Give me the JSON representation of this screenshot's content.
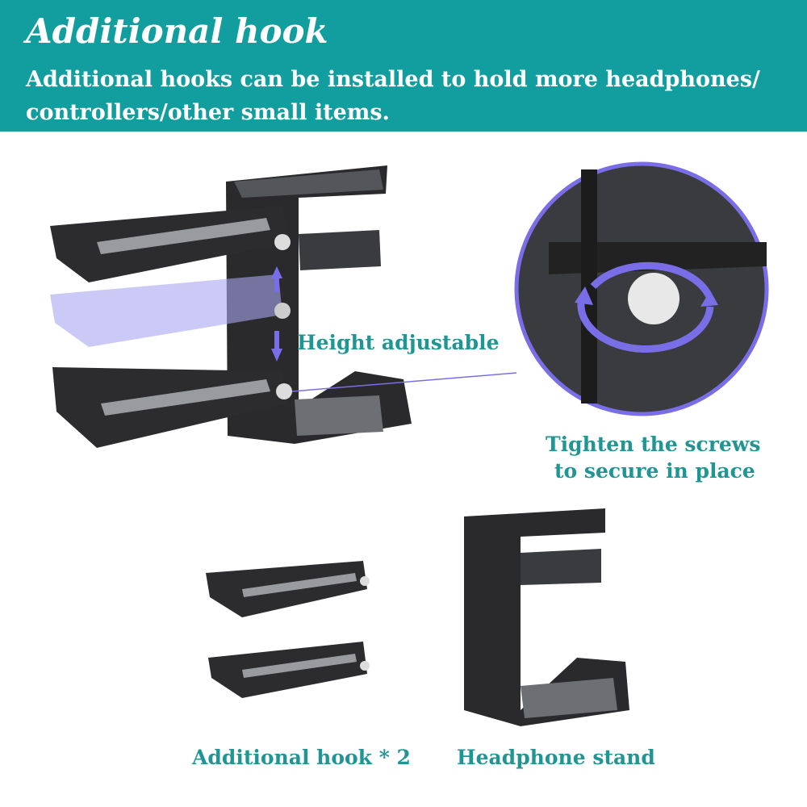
{
  "header": {
    "title": "Additional hook",
    "subtitle": "Additional hooks can be installed to hold more headphones/ controllers/other small items."
  },
  "callouts": {
    "height": "Height adjustable",
    "screws_line1": "Tighten the screws",
    "screws_line2": "to secure in place"
  },
  "captions": {
    "hooks": "Additional hook * 2",
    "stand": "Headphone stand"
  },
  "colors": {
    "brand_teal": "#129e9f",
    "label_teal": "#1f9694",
    "accent_purple": "#7a6ee8",
    "product_black": "#2a2a2c"
  }
}
